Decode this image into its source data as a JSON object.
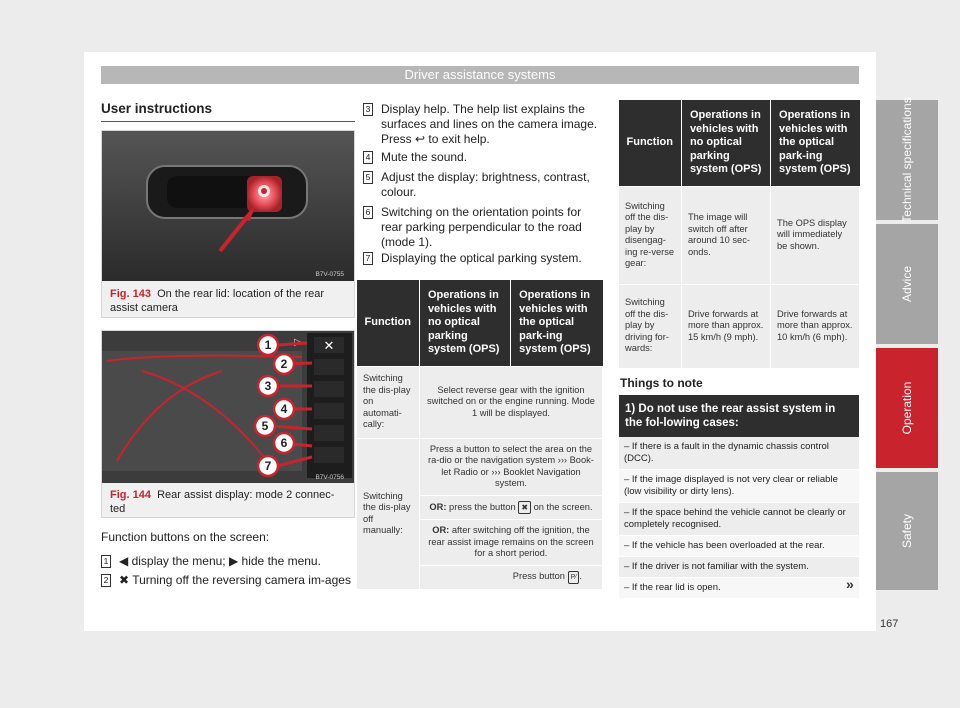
{
  "header": "Driver assistance systems",
  "section_title": "User instructions",
  "fig143": {
    "label": "Fig. 143",
    "text": "On the rear lid: location of the rear assist camera",
    "code": "B7V-0755"
  },
  "fig144": {
    "label": "Fig. 144",
    "text": "Rear assist display: mode 2 connec-ted",
    "code": "B7V-0756",
    "callouts": [
      "1",
      "2",
      "3",
      "4",
      "5",
      "6",
      "7"
    ]
  },
  "buttons_intro": "Function buttons on the screen:",
  "buttons": [
    {
      "num": "1",
      "text": "display the menu; ",
      "text2": "hide the menu."
    },
    {
      "num": "2",
      "text": "Turning off the reversing camera im-ages"
    }
  ],
  "list": [
    {
      "num": "3",
      "text": "Display help. The help list explains the surfaces and lines on the camera image. Press ↩ to exit help."
    },
    {
      "num": "4",
      "text": "Mute the sound."
    },
    {
      "num": "5",
      "text": "Adjust the display: brightness, contrast, colour."
    },
    {
      "num": "6",
      "text": "Switching on the orientation points for rear parking perpendicular to the road (mode 1)."
    },
    {
      "num": "7",
      "text": "Displaying the optical parking system."
    }
  ],
  "table1": {
    "headers": [
      "Function",
      "Operations in vehicles with no optical parking system (OPS)",
      "Operations in vehicles with the optical park-ing system (OPS)"
    ],
    "row1": {
      "fn": "Switching the dis-play on automati-cally:",
      "text": "Select reverse gear with the ignition switched on or the engine running. Mode 1 will be displayed."
    },
    "row2": {
      "fn": "Switching the dis-play off manually:",
      "a": "Press a button to select the area on the ra-dio or the navigation system ››› Book-let Radio or ››› Booklet Navigation system.",
      "b_bold": "OR:",
      "b": "press the button",
      "b2": "on the screen.",
      "c_bold": "OR:",
      "c": "after switching off the ignition, the rear assist image remains on the screen for a short period.",
      "d": "Press button"
    }
  },
  "table2": {
    "headers": [
      "Function",
      "Operations in vehicles with no optical parking system (OPS)",
      "Operations in vehicles with the optical park-ing system (OPS)"
    ],
    "rows": [
      [
        "Switching off the dis-play by disengag-ing re-verse gear:",
        "The image will switch off after around 10 sec-onds.",
        "The OPS display will immediately be shown."
      ],
      [
        "Switching off the dis-play by driving for-wards:",
        "Drive forwards at more than approx. 15 km/h (9 mph).",
        "Drive forwards at more than approx. 10 km/h (6 mph)."
      ]
    ]
  },
  "things_title": "Things to note",
  "warn": {
    "head": "1) Do not use the rear assist system in the fol-lowing cases:",
    "items": [
      "– If there is a fault in the dynamic chassis control (DCC).",
      "– If the image displayed is not very clear or reliable (low visibility or dirty lens).",
      "– If the space behind the vehicle cannot be clearly or completely recognised.",
      "– If the vehicle has been overloaded at the rear.",
      "– If the driver is not familiar with the system.",
      "– If the rear lid is open."
    ]
  },
  "continue": "»",
  "tabs": [
    {
      "label": "Technical specifications",
      "active": false
    },
    {
      "label": "Advice",
      "active": false
    },
    {
      "label": "Operation",
      "active": true
    },
    {
      "label": "Safety",
      "active": false
    }
  ],
  "page_number": "167"
}
